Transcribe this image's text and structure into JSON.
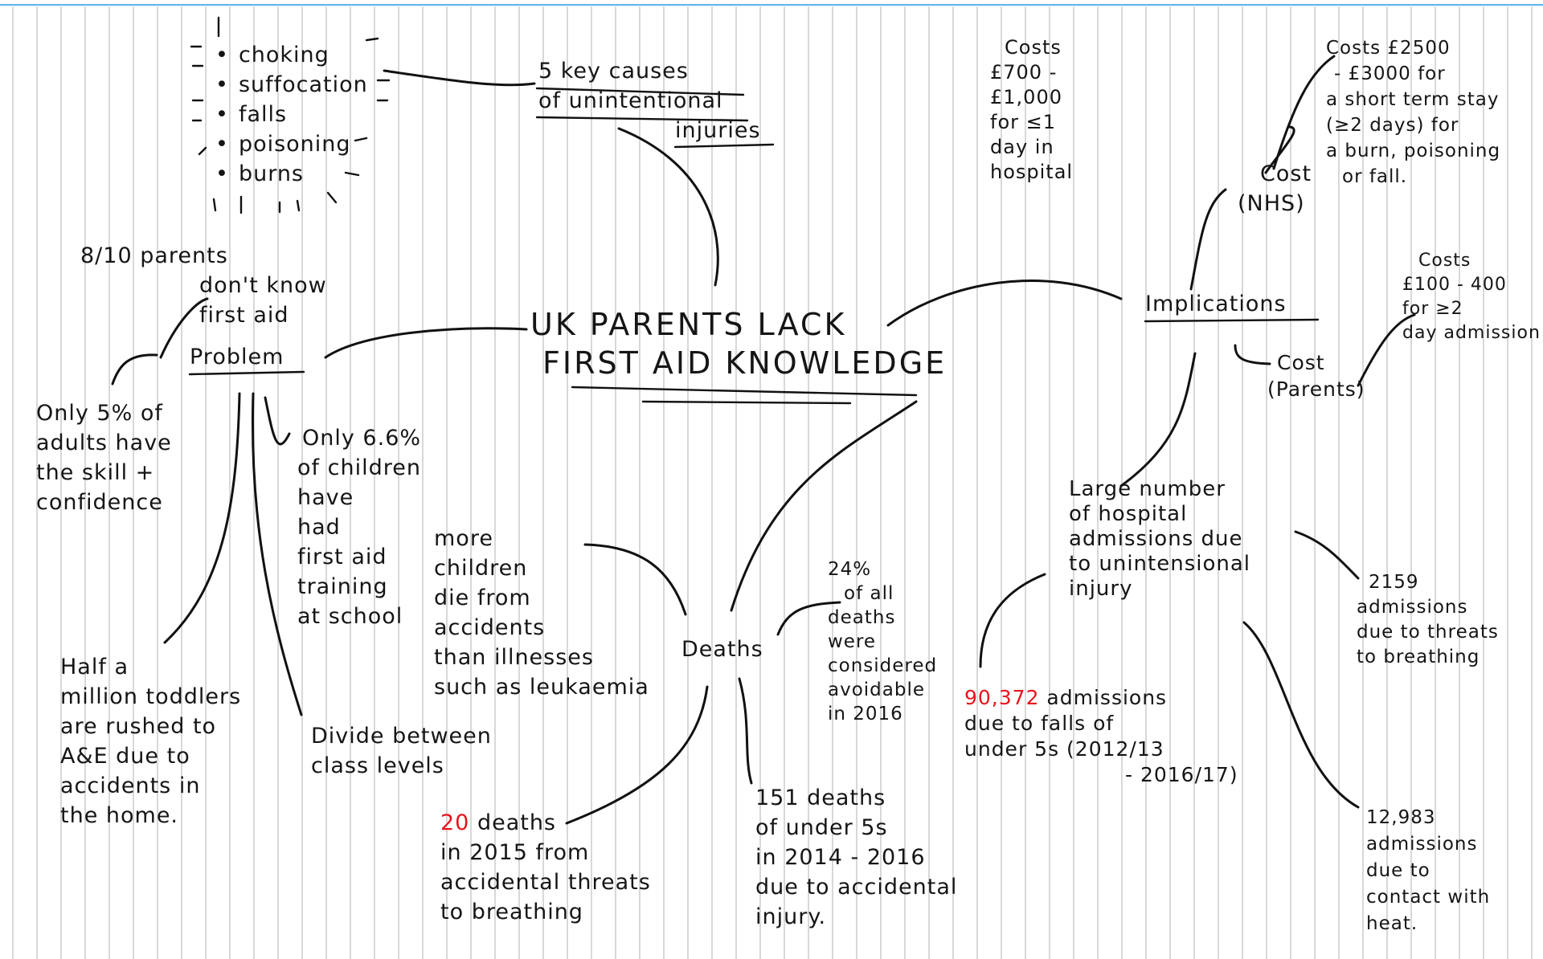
{
  "central": {
    "lines": [
      "UK PARENTS LACK",
      "FIRST AID KNOWLEDGE"
    ]
  },
  "key_causes": {
    "heading_lines": [
      "5 key causes",
      "of unintentional",
      "injuries"
    ],
    "items": [
      "choking",
      "suffocation",
      "falls",
      "poisoning",
      "burns"
    ]
  },
  "problem": {
    "label": "Problem",
    "parents_stat": [
      "8/10 parents",
      "don't know",
      "first aid"
    ],
    "adults_stat": [
      "Only 5% of",
      "adults have",
      "the skill +",
      "confidence"
    ],
    "children_stat": [
      "Only 6.6%",
      "of children",
      "have",
      "had",
      "first aid",
      "training",
      "at school"
    ],
    "toddlers": [
      "Half a",
      "million toddlers",
      "are rushed to",
      "A&E due to",
      "accidents in",
      "the home."
    ],
    "divide": [
      "Divide between",
      "class levels"
    ],
    "more_children": [
      "more",
      "children",
      "die from",
      "accidents",
      "than illnesses",
      "such as leukaemia"
    ]
  },
  "deaths": {
    "label": "Deaths",
    "avoidable": [
      "24%",
      "of all",
      "deaths",
      "were",
      "considered",
      "avoidable",
      "in 2016"
    ],
    "breathing_count": "20",
    "breathing": [
      " deaths",
      "in 2015 from",
      "accidental threats",
      "to breathing"
    ],
    "under5": [
      "151 deaths",
      "of under 5s",
      "in 2014 - 2016",
      "due to accidental",
      "injury."
    ]
  },
  "implications": {
    "label": "Implications",
    "cost_nhs": [
      "Cost",
      "(NHS)"
    ],
    "nhs_costs_1": [
      "Costs",
      "£700 -",
      "£1,000",
      "for ≤1",
      "day in",
      "hospital"
    ],
    "nhs_costs_2": [
      "Costs £2500",
      "- £3000 for",
      "a short term stay",
      "(≥2 days) for",
      "a burn, poisoning",
      "or fall."
    ],
    "cost_parents": [
      "Cost",
      "(Parents)"
    ],
    "parent_costs": [
      "Costs",
      "£100 - 400",
      "for ≥2",
      "day admission"
    ],
    "admissions": [
      "Large number",
      "of hospital",
      "admissions due",
      "to unintensional",
      "injury"
    ],
    "falls_count": "90,372",
    "falls": [
      " admissions",
      "due to falls of",
      "under 5s (2012/13",
      "- 2016/17)"
    ],
    "breathing_adm": [
      "2159",
      "admissions",
      "due to threats",
      "to breathing"
    ],
    "heat_adm": [
      "12,983",
      "admissions",
      "due to",
      "contact with",
      "heat."
    ]
  },
  "colors": {
    "ink": "#151515",
    "red_ink": "#e8141e",
    "rule": "#c8c8c8",
    "top_rule": "#5ab4e6"
  }
}
